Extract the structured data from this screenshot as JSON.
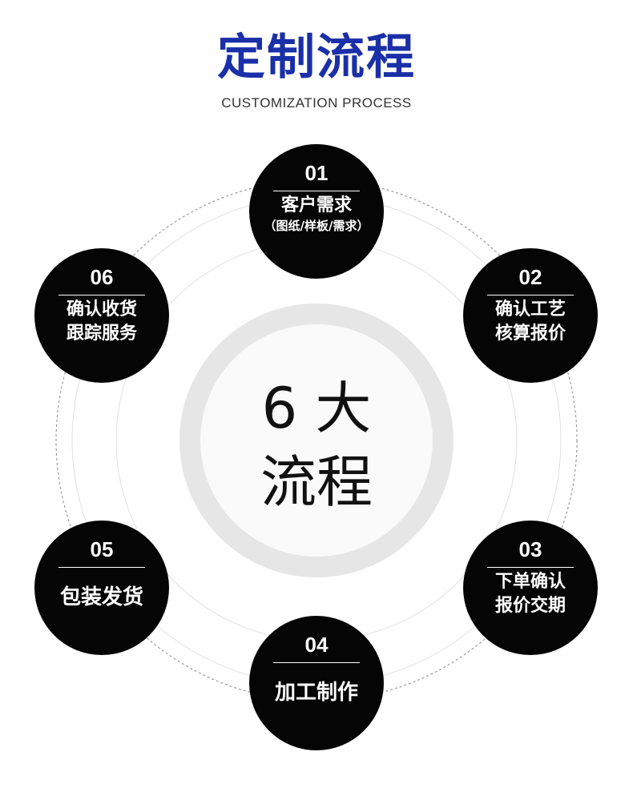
{
  "header": {
    "title": "定制流程",
    "subtitle": "CUSTOMIZATION PROCESS"
  },
  "center": {
    "line1": "6 大",
    "line2": "流程"
  },
  "steps": [
    {
      "number": "01",
      "lines": [
        "客户需求"
      ],
      "note": "（图纸/样板/需求）"
    },
    {
      "number": "02",
      "lines": [
        "确认工艺",
        "核算报价"
      ]
    },
    {
      "number": "03",
      "lines": [
        "下单确认",
        "报价交期"
      ]
    },
    {
      "number": "04",
      "lines": [
        "加工制作"
      ]
    },
    {
      "number": "05",
      "lines": [
        "包装发货"
      ]
    },
    {
      "number": "06",
      "lines": [
        "确认收货",
        "跟踪服务"
      ]
    }
  ],
  "colors": {
    "title": "#1a2fa8",
    "subtitle": "#333333",
    "node_fill": "#050505",
    "node_text": "#ffffff",
    "center_text": "#111111",
    "inner_ring": "#e6e6e6",
    "center_disc": "#fafafa",
    "outer_dashed_ring": "#9a9a9a",
    "faint_ring": "#e0e0e0"
  }
}
